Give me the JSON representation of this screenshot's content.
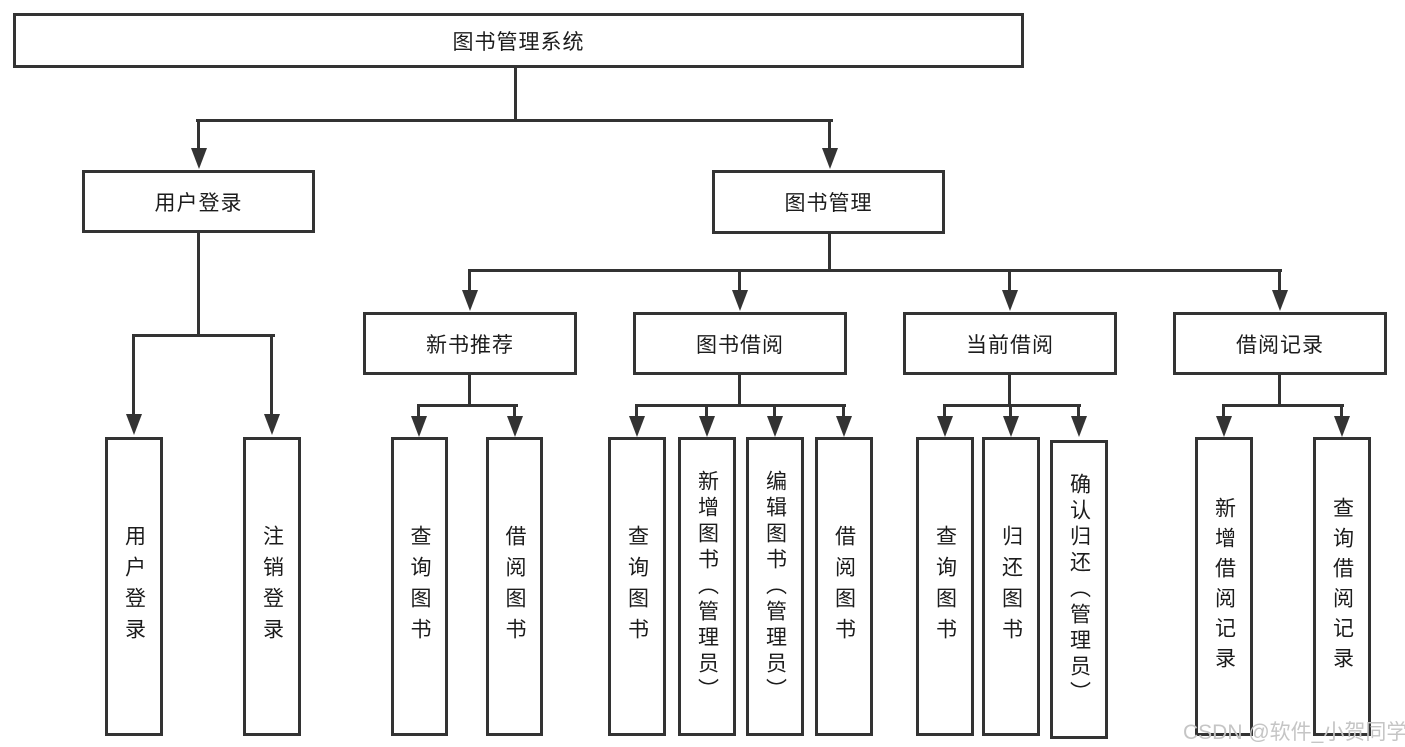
{
  "tree": {
    "root": {
      "label": "图书管理系统"
    },
    "branches": [
      {
        "label": "用户登录",
        "children": [
          {
            "label": "用户登录"
          },
          {
            "label": "注销登录"
          }
        ]
      },
      {
        "label": "图书管理",
        "children": [
          {
            "label": "新书推荐",
            "children": [
              {
                "label": "查询图书"
              },
              {
                "label": "借阅图书"
              }
            ]
          },
          {
            "label": "图书借阅",
            "children": [
              {
                "label": "查询图书"
              },
              {
                "label": "新增图书（管理员）"
              },
              {
                "label": "编辑图书（管理员）"
              },
              {
                "label": "借阅图书"
              }
            ]
          },
          {
            "label": "当前借阅",
            "children": [
              {
                "label": "查询图书"
              },
              {
                "label": "归还图书"
              },
              {
                "label": "确认归还（管理员）"
              }
            ]
          },
          {
            "label": "借阅记录",
            "children": [
              {
                "label": "新增借阅记录"
              },
              {
                "label": "查询借阅记录"
              }
            ]
          }
        ]
      }
    ]
  },
  "watermark": {
    "text": "CSDN @软件_小贺同学"
  },
  "colors": {
    "line": "#333333",
    "text": "#1c1c1c",
    "background": "#ffffff",
    "watermark": "#c5c5c5"
  }
}
